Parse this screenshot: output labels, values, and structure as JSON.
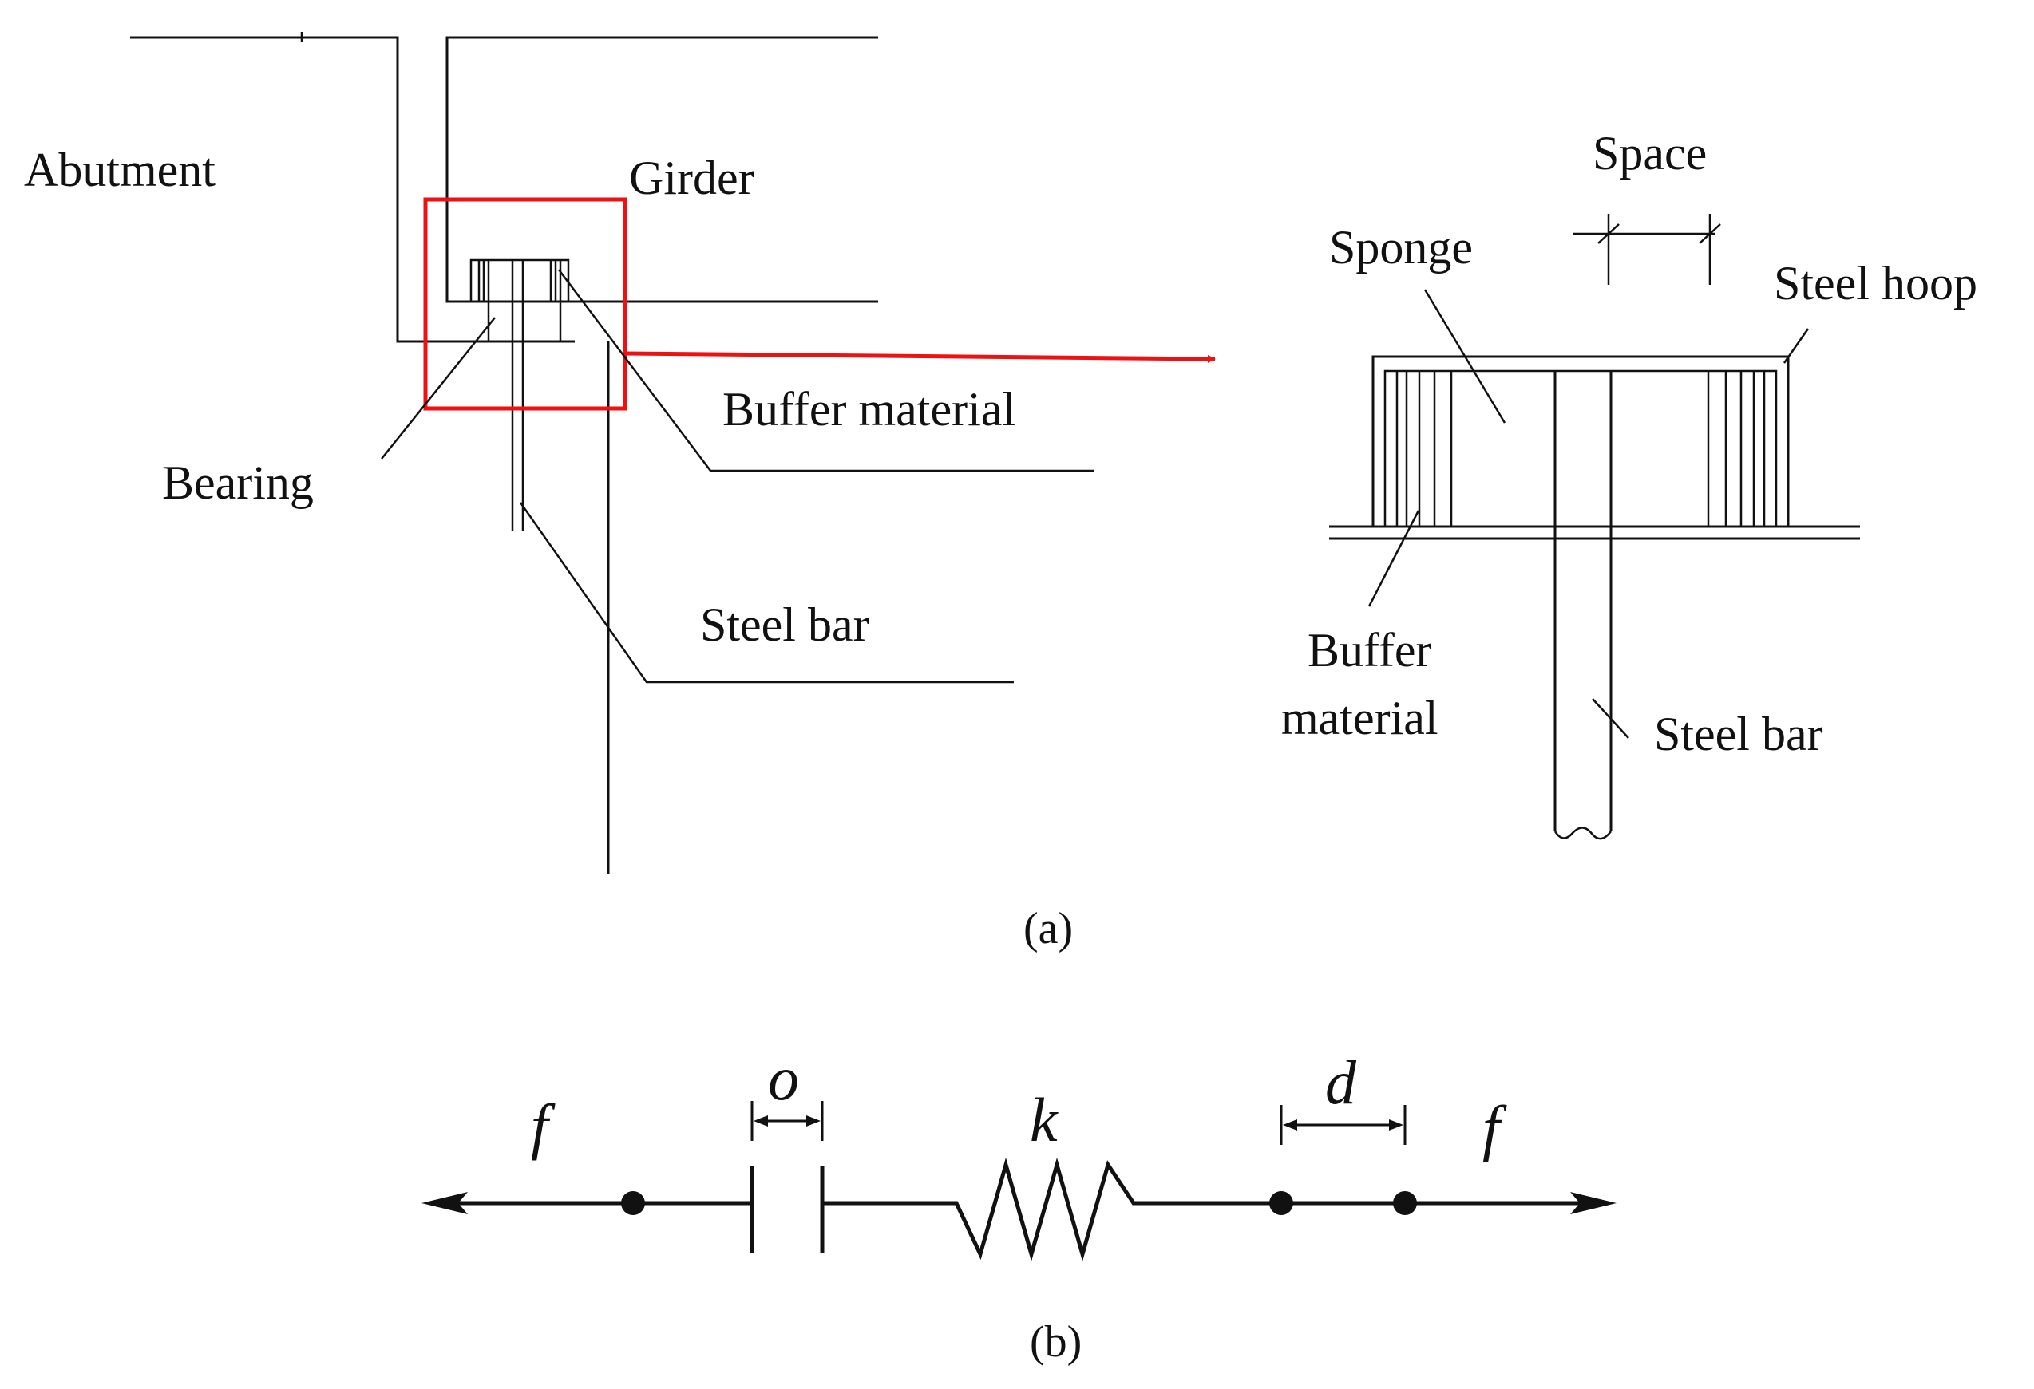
{
  "panel_a": {
    "left": {
      "abutment": "Abutment",
      "girder": "Girder",
      "bearing": "Bearing",
      "buffer_material": "Buffer material",
      "steel_bar": "Steel bar"
    },
    "detail": {
      "space": "Space",
      "sponge": "Sponge",
      "steel_hoop": "Steel hoop",
      "buffer_line1": "Buffer",
      "buffer_line2": "material",
      "steel_bar": "Steel bar"
    },
    "caption": "(a)",
    "highlight_color": "#ee1111"
  },
  "panel_b": {
    "f_left": "f",
    "o": "o",
    "k": "k",
    "d": "d",
    "f_right": "f",
    "caption": "(b)"
  }
}
